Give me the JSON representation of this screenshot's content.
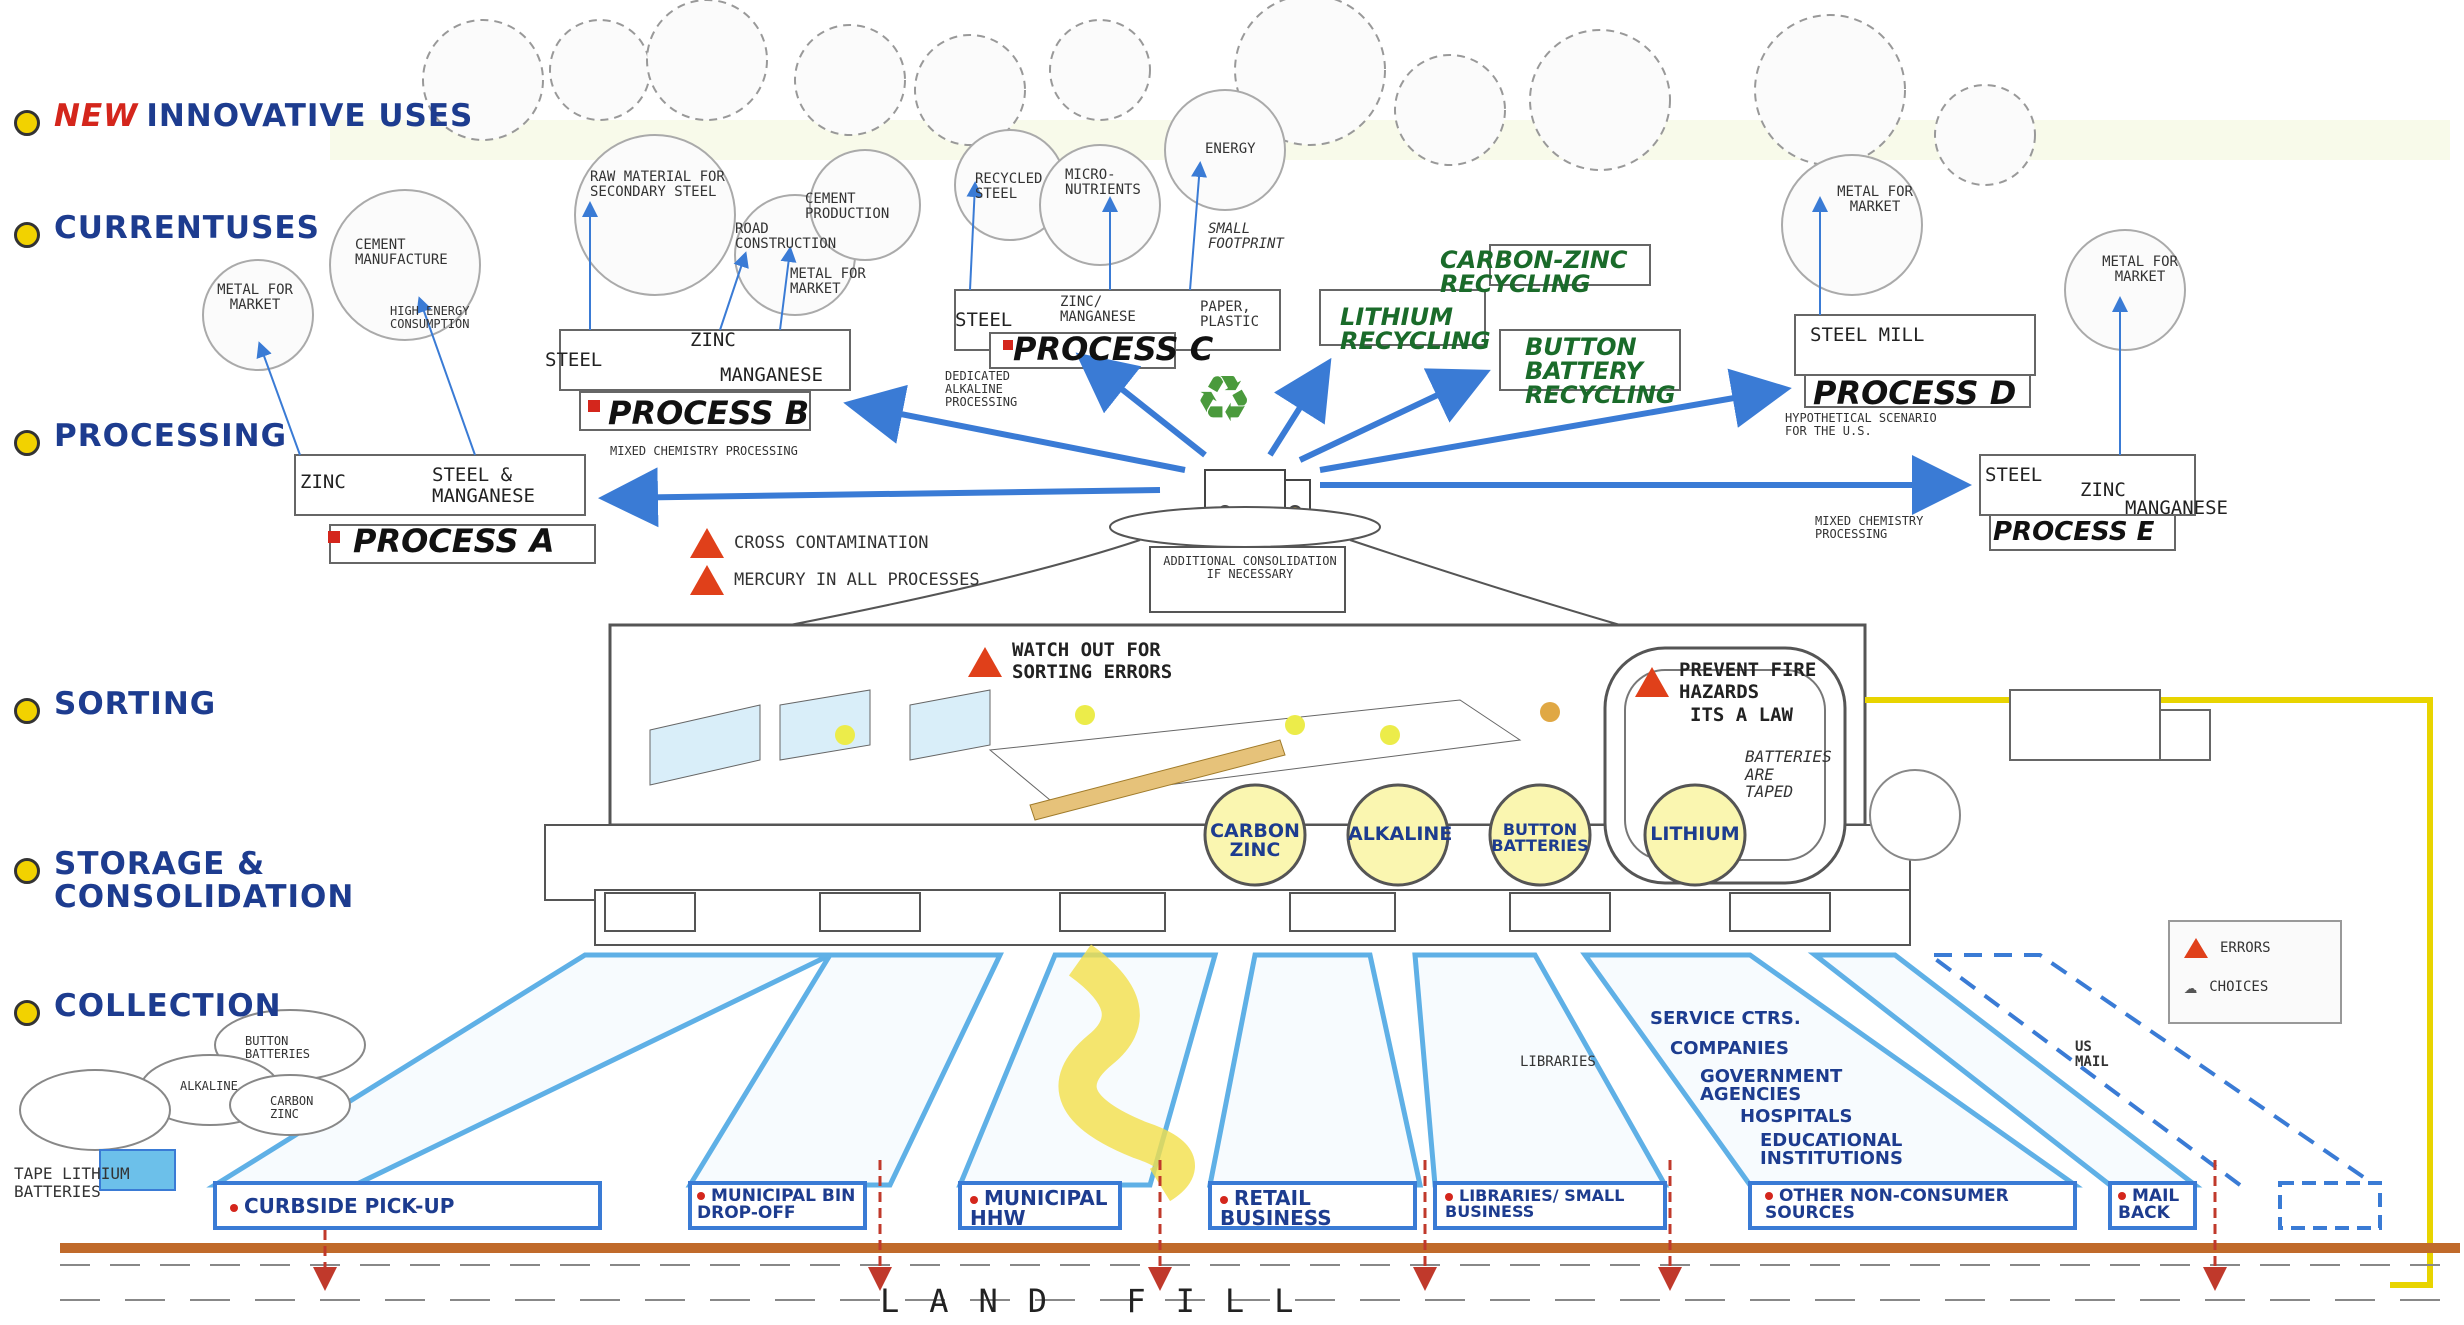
{
  "levels": {
    "new_word": "NEW",
    "new_rest": "INNOVATIVE USES",
    "current": "CURRENTUSES",
    "processing": "PROCESSING",
    "sorting": "SORTING",
    "storage": "STORAGE & CONSOLIDATION",
    "collection": "COLLECTION"
  },
  "uses": {
    "metal_market_a": "METAL FOR MARKET",
    "cement_manufacture": "CEMENT MANUFACTURE",
    "high_energy": "HIGH ENERGY CONSUMPTION",
    "raw_material": "RAW MATERIAL FOR SECONDARY STEEL",
    "road_construction": "ROAD CONSTRUCTION",
    "cement_production": "CEMENT PRODUCTION",
    "metal_market_b": "METAL FOR MARKET",
    "recycled_steel": "RECYCLED STEEL",
    "micro_nutrients": "MICRO-NUTRIENTS",
    "energy": "ENERGY",
    "small_footprint": "SMALL FOOTPRINT",
    "metal_market_d": "METAL FOR MARKET",
    "metal_market_e": "METAL FOR MARKET"
  },
  "processes": {
    "a": {
      "label": "PROCESS A",
      "zinc": "ZINC",
      "steel_manganese": "STEEL & MANGANESE",
      "note": "MIXED CHEMISTRY PROCESSING"
    },
    "b": {
      "label": "PROCESS B",
      "steel": "STEEL",
      "zinc": "ZINC",
      "manganese": "MANGANESE"
    },
    "c": {
      "label": "PROCESS C",
      "steel": "STEEL",
      "zinc_manganese": "ZINC/ MANGANESE",
      "paper_plastic": "PAPER, PLASTIC",
      "note": "DEDICATED ALKALINE PROCESSING"
    },
    "lithium": "LITHIUM RECYCLING",
    "carbon_zinc": "CARBON-ZINC RECYCLING",
    "button": "BUTTON BATTERY RECYCLING",
    "d": {
      "label": "PROCESS D",
      "steel_mill": "STEEL MILL",
      "note": "HYPOTHETICAL SCENARIO FOR THE U.S."
    },
    "e": {
      "label": "PROCESS E",
      "steel": "STEEL",
      "zinc": "ZINC",
      "manganese": "MANGANESE",
      "note": "MIXED CHEMISTRY PROCESSING"
    }
  },
  "warnings": {
    "cross": "CROSS CONTAMINATION",
    "mercury": "MERCURY IN ALL PROCESSES",
    "additional": "ADDITIONAL CONSOLIDATION IF NECESSARY",
    "sorting_errors": "WATCH OUT FOR SORTING ERRORS",
    "fire": "PREVENT FIRE HAZARDS",
    "law": "ITS A LAW",
    "taped": "BATTERIES ARE TAPED"
  },
  "bins": {
    "carbon_zinc": "CARBON ZINC",
    "alkaline": "ALKALINE",
    "button": "BUTTON BATTERIES",
    "lithium": "LITHIUM"
  },
  "collection": {
    "curbside": "CURBSIDE PICK-UP",
    "municipal_bin": "MUNICIPAL BIN DROP-OFF",
    "municipal_hhw": "MUNICIPAL HHW",
    "retail": "RETAIL BUSINESS",
    "libraries": "LIBRARIES/ SMALL BUSINESS",
    "other": "OTHER NON-CONSUMER SOURCES",
    "mail_back": "MAIL BACK",
    "other_list": [
      "SERVICE CTRS.",
      "COMPANIES",
      "GOVERNMENT AGENCIES",
      "HOSPITALS",
      "EDUCATIONAL INSTITUTIONS"
    ],
    "libraries_sign": "LIBRARIES",
    "us_mail": "US MAIL"
  },
  "household": {
    "button": "BUTTON BATTERIES",
    "alkaline": "ALKALINE",
    "carbon_zinc": "CARBON ZINC",
    "tape": "TAPE LITHIUM BATTERIES"
  },
  "landfill": "LAND FILL",
  "legend": {
    "errors": "ERRORS",
    "choices": "CHOICES"
  },
  "colors": {
    "blue": "#1d3c8f",
    "red": "#d4261c",
    "green": "#1a6b2a",
    "yellow": "#f2d200",
    "arrow": "#3a7bd5",
    "channel": "#5fb0e6"
  }
}
